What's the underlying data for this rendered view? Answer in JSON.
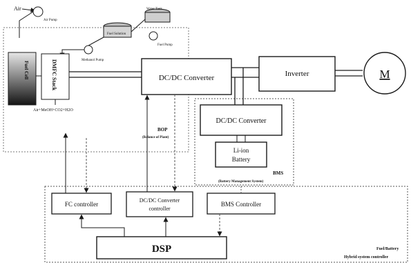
{
  "bop": {
    "air_label": "Air",
    "air_pump_label": "Air Pump",
    "water_tank_label": "Water Tank",
    "fuel_solution_label": "Fuel Solution",
    "fuel_pump_label": "Fuel Pump",
    "methanol_pump_label": "Methanol Pump",
    "fuel_cell_label": "Fuel Cell",
    "dmfc_stack_label": "DMFC Stack",
    "exhaust_label": "Air+MeOH+CO2+H2O",
    "title": "BOP",
    "subtitle": "(Balance of Plant)"
  },
  "power": {
    "dcdc_main": "DC/DC Converter",
    "inverter": "Inverter",
    "motor": "M",
    "dcdc_battery": "DC/DC Converter",
    "battery_line1": "Li-ion",
    "battery_line2": "Battery",
    "bms_title": "BMS",
    "bms_subtitle": "(Battery Management System)"
  },
  "controller": {
    "fc": "FC controller",
    "dcdc_line1": "DC/DC Converter",
    "dcdc_line2": "controller",
    "bms": "BMS Controller",
    "dsp": "DSP",
    "title_line1": "Fuel/Battery",
    "title_line2": "Hybrid system controller"
  },
  "colors": {
    "line": "#1a1a1a",
    "dash": "#555555",
    "stack_dark": "#1c1c1c",
    "stack_light": "#d9d9d9"
  }
}
